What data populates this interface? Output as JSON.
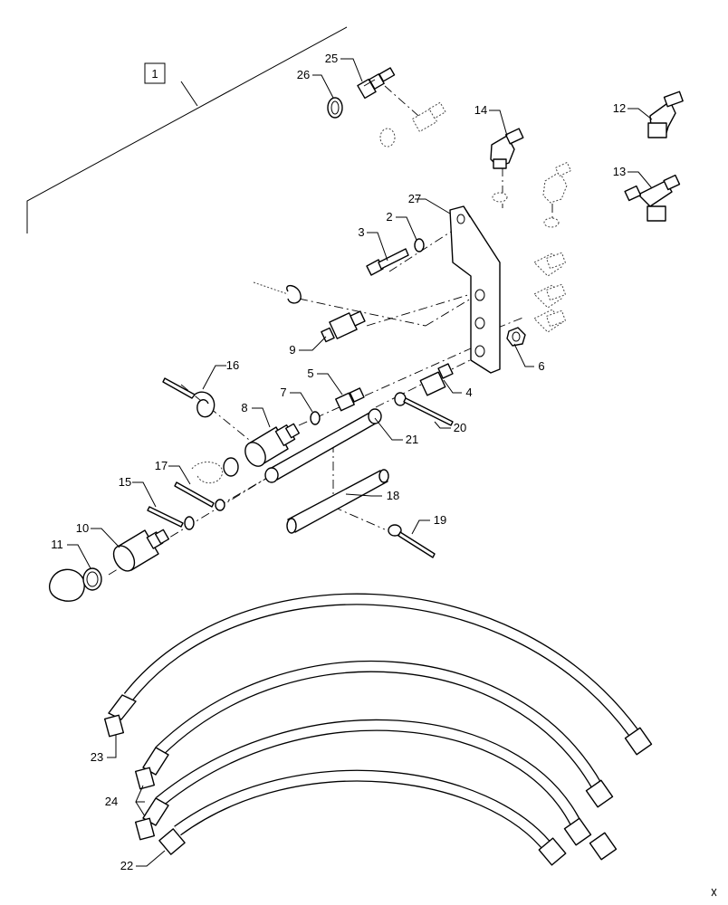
{
  "labels": {
    "l1": "1",
    "l2": "2",
    "l3": "3",
    "l4": "4",
    "l5": "5",
    "l6": "6",
    "l7": "7",
    "l8": "8",
    "l9": "9",
    "l10": "10",
    "l11": "11",
    "l12": "12",
    "l13": "13",
    "l14": "14",
    "l15": "15",
    "l16": "16",
    "l17": "17",
    "l18": "18",
    "l19": "19",
    "l20": "20",
    "l21": "21",
    "l22": "22",
    "l23": "23",
    "l24": "24",
    "l25": "25",
    "l26": "26",
    "l27": "27"
  },
  "colors": {
    "line": "#000000",
    "background": "#ffffff"
  }
}
